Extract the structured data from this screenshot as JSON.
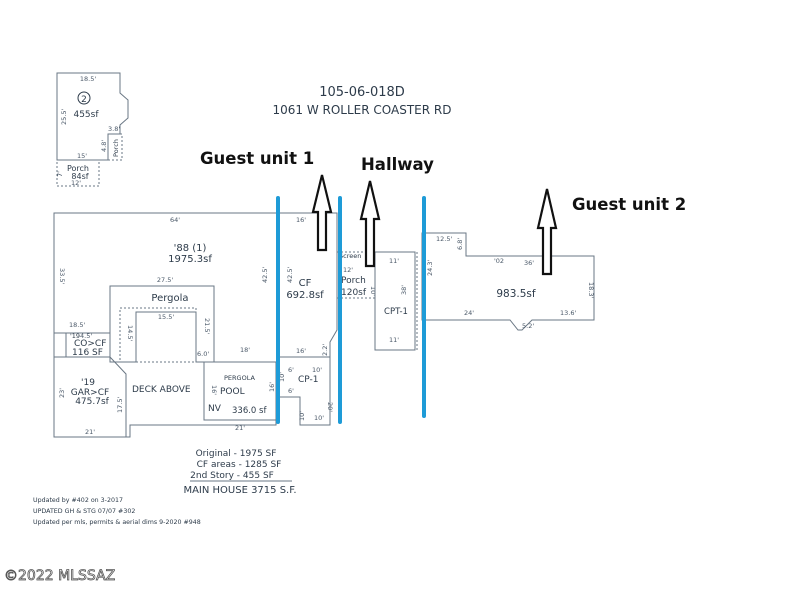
{
  "header": {
    "parcel": "105-06-018D",
    "address": "1061 W ROLLER COASTER RD"
  },
  "annotations": {
    "guest_unit_1": "Guest unit 1",
    "hallway": "Hallway",
    "guest_unit_2": "Guest unit 2"
  },
  "areas": {
    "second_story_num": "2",
    "second_story_sf": "455sf",
    "porch_top": "Porch",
    "porch_top_sf": "84sf",
    "main_label": "'88 (1)",
    "main_sf": "1975.3sf",
    "pergola": "Pergola",
    "cf": "CF",
    "cf_sf": "692.8sf",
    "porch_mid": "Porch",
    "porch_mid_sf": "120sf",
    "screen": "Screen",
    "cpt1": "CPT-1",
    "unit2_sf": "983.5sf",
    "co_cf_year": "'19",
    "co_cf": "CO>CF",
    "co_cf_sf": "116 SF",
    "gar_year": "'19",
    "gar": "GAR>CF",
    "gar_sf": "475.7sf",
    "deck": "DECK ABOVE",
    "pergola_small": "PERGOLA",
    "pool": "POOL",
    "nv": "NV",
    "pool_sf": "336.0 sf",
    "cp1": "CP-1",
    "porch_small": "Porch"
  },
  "dimensions": {
    "d_18_5": "18.5'",
    "d_25_5": "25.5'",
    "d_3_8": "3.8'",
    "d_4_8": "4.8'",
    "d_15": "15'",
    "d_7": "7'",
    "d_12": "12'",
    "d_64": "64'",
    "d_33": "33.5'",
    "d_42_5a": "42.5'",
    "d_16a": "16'",
    "d_27_5": "27.5'",
    "d_15_5": "15.5'",
    "d_14": "14.5'",
    "d_21_5": "21.5'",
    "d_6": "6.0'",
    "d_18a": "18'",
    "d_16b": "16'",
    "d_2_2": "2.2'",
    "d_42_5b": "42.5'",
    "d_12b": "12'",
    "d_10": "10'",
    "d_11a": "11'",
    "d_11b": "11'",
    "d_38": "38'",
    "d_24_3": "24.3'",
    "d_12_5": "12.5'",
    "d_6_8": "6.8'",
    "d_02": "'02",
    "d_36": "36'",
    "d_18_3": "18.3'",
    "d_24": "24'",
    "d_5_2": "5.2'",
    "d_13_6": "13.6'",
    "d_18_5b": "18.5'",
    "d_4_5": "4.5'",
    "d_23": "23'",
    "d_17_5": "17.5'",
    "d_21a": "21'",
    "d_10b": "10'",
    "d_6b": "6'",
    "d_10c": "10'",
    "d_16c": "16'",
    "d_20": "20'",
    "d_10d": "10'",
    "d_21b": "21'",
    "d_16d": "16'"
  },
  "summary": {
    "original": "Original - 1975 SF",
    "cf_areas": "CF areas - 1285 SF",
    "second_story": "2nd Story -  455 SF",
    "main_house": "MAIN HOUSE 3715 S.F."
  },
  "notes": {
    "n1": "Updated by #402 on 3-2017",
    "n2": "UPDATED GH & STG 07/07  #302",
    "n3": "Updated per mls, permits & aerial dims 9-2020 #948"
  },
  "copyright": "©2022 MLSSAZ",
  "colors": {
    "blue_line": "#1e9bd7",
    "outline": "#6a7784",
    "arrow": "#111111"
  }
}
